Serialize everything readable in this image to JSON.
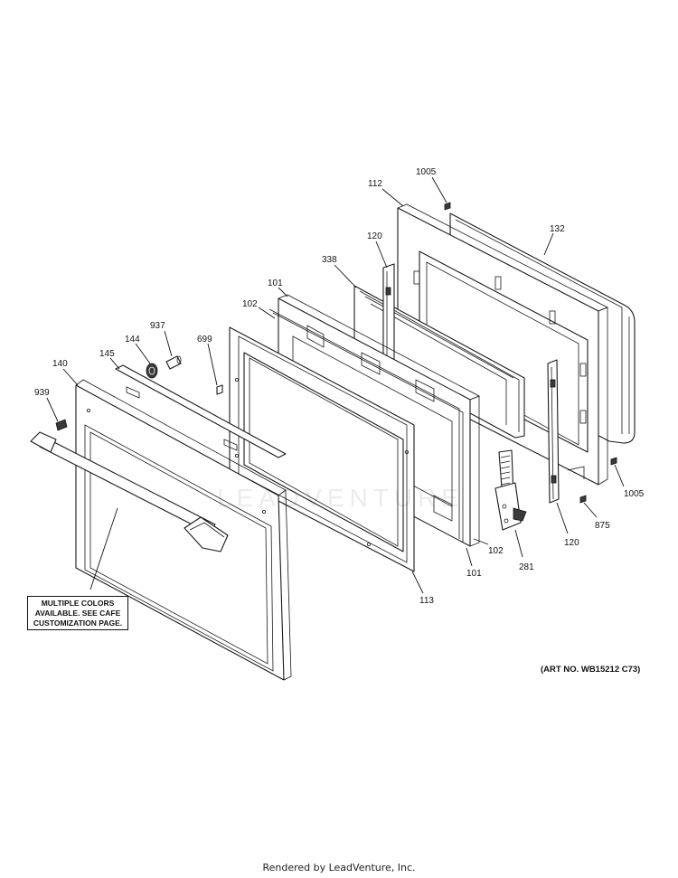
{
  "callouts": {
    "c1005a": "1005",
    "c112": "112",
    "c132": "132",
    "c120a": "120",
    "c338": "338",
    "c101a": "101",
    "c102a": "102",
    "c937": "937",
    "c144": "144",
    "c699": "699",
    "c145": "145",
    "c140": "140",
    "c939": "939",
    "c1005b": "1005",
    "c875": "875",
    "c120b": "120",
    "c281": "281",
    "c102b": "102",
    "c101b": "101",
    "c113": "113"
  },
  "note": {
    "line1": "MULTIPLE COLORS",
    "line2": "AVAILABLE. SEE CAFE",
    "line3": "CUSTOMIZATION PAGE."
  },
  "art_number": "(ART NO. WB15212 C73)",
  "watermark": "LEADVENTURE",
  "footer": "Rendered by LeadVenture, Inc."
}
